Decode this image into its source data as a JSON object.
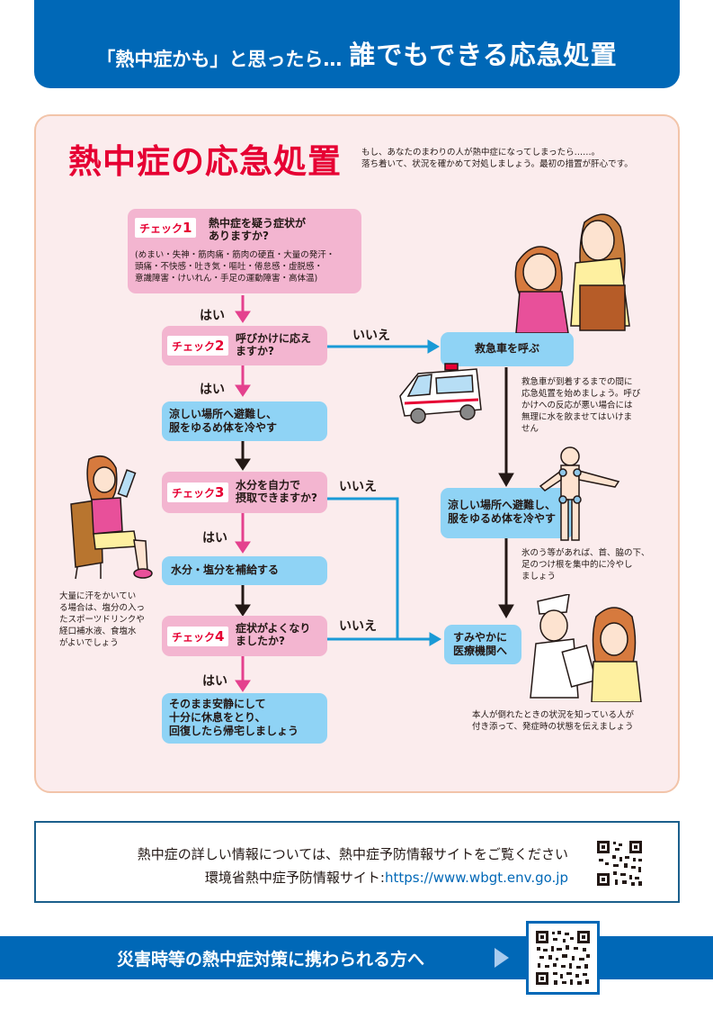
{
  "header": {
    "lead": "「熱中症かも」と思ったら…",
    "title": "誰でもできる応急処置"
  },
  "panel": {
    "title": "熱中症の応急処置",
    "intro_line1": "もし、あなたのまわりの人が熱中症になってしまったら……。",
    "intro_line2": "落ち着いて、状況を確かめて対処しましょう。最初の措置が肝心です。"
  },
  "flow": {
    "check1": {
      "tag": "チェック",
      "num": "1",
      "question_line1": "熱中症を疑う症状が",
      "question_line2": "ありますか?",
      "symptoms_line1": "(めまい・失神・筋肉痛・筋肉の硬直・大量の発汗・",
      "symptoms_line2": "頭痛・不快感・吐き気・嘔吐・倦怠感・虚脱感・",
      "symptoms_line3": "意識障害・けいれん・手足の運動障害・高体温)"
    },
    "check2": {
      "tag": "チェック",
      "num": "2",
      "question_line1": "呼びかけに応え",
      "question_line2": "ますか?"
    },
    "check3": {
      "tag": "チェック",
      "num": "3",
      "question_line1": "水分を自力で",
      "question_line2": "摂取できますか?"
    },
    "check4": {
      "tag": "チェック",
      "num": "4",
      "question_line1": "症状がよくなり",
      "question_line2": "ましたか?"
    },
    "action_cool_line1": "涼しい場所へ避難し、",
    "action_cool_line2": "服をゆるめ体を冷やす",
    "action_hydrate": "水分・塩分を補給する",
    "action_rest_line1": "そのまま安静にして",
    "action_rest_line2": "十分に休息をとり、",
    "action_rest_line3": "回復したら帰宅しましょう",
    "call_ambulance": "救急車を呼ぶ",
    "right_cool_line1": "涼しい場所へ避難し、",
    "right_cool_line2": "服をゆるめ体を冷やす",
    "hospital_line1": "すみやかに",
    "hospital_line2": "医療機関へ",
    "yes_label": "はい",
    "no_label": "いいえ"
  },
  "notes": {
    "ambulance_note": [
      "救急車が到着するまでの間に",
      "応急処置を始めましょう。呼び",
      "かけへの反応が悪い場合には",
      "無理に水を飲ませてはいけま",
      "せん"
    ],
    "cooling_note": [
      "氷のう等があれば、首、脇の下、",
      "足のつけ根を集中的に冷やし",
      "ましょう"
    ],
    "hospital_note": [
      "本人が倒れたときの状況を知っている人が",
      "付き添って、発症時の状態を伝えましょう"
    ],
    "hydrate_note": [
      "大量に汗をかいてい",
      "る場合は、塩分の入っ",
      "たスポーツドリンクや",
      "経口補水液、食塩水",
      "がよいでしょう"
    ]
  },
  "info": {
    "line1": "熱中症の詳しい情報については、熱中症予防情報サイトをご覧ください",
    "line2_label": "環境省熱中症予防情報サイト:",
    "line2_url": "https://www.wbgt.env.go.jp"
  },
  "footer": {
    "text": "災害時等の熱中症対策に携わられる方へ"
  },
  "colors": {
    "brand_blue": "#0068b7",
    "title_red": "#e60033",
    "check_pink": "#f3b5d0",
    "action_blue": "#8fd3f5",
    "yes_arrow": "#e4418e",
    "no_arrow": "#1a9ad6",
    "panel_bg": "#fbeced"
  }
}
